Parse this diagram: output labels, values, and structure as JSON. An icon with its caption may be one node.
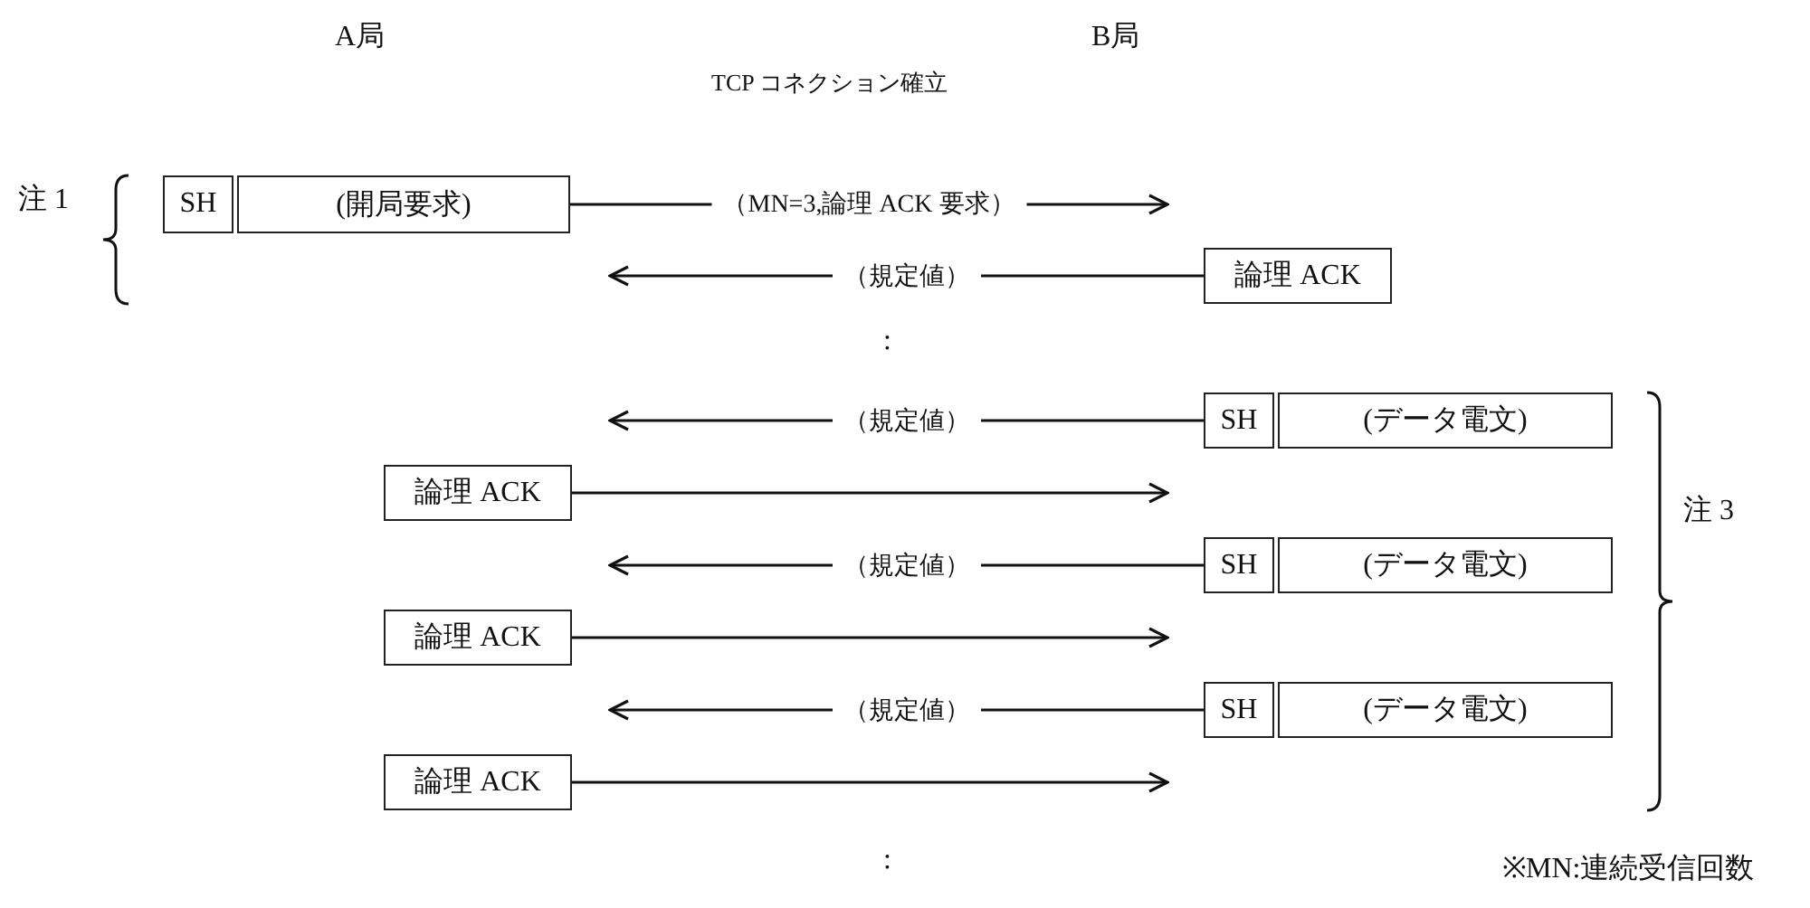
{
  "diagram": {
    "nodes": [
      {
        "text": [
          "SH",
          "(開局要求)"
        ]
      },
      {
        "text": [
          "論理 ACK"
        ]
      },
      {
        "text": [
          "SH",
          "(データ電文)"
        ]
      },
      {
        "text": [
          "論理 ACK"
        ]
      },
      {
        "text": [
          "SH",
          "(データ電文)"
        ]
      },
      {
        "text": [
          "論理 ACK"
        ]
      },
      {
        "text": [
          "SH",
          "(データ電文)"
        ]
      },
      {
        "text": [
          "論理 ACK"
        ]
      }
    ],
    "edges": [
      {
        "from": 0,
        "to": null,
        "arrow": "to",
        "label": "（MN=3,論理 ACK 要求）"
      },
      {
        "from": 1,
        "to": null,
        "arrow": "to",
        "label": "（規定値）"
      },
      {
        "from": 2,
        "to": null,
        "arrow": "to",
        "label": "（規定値）"
      },
      {
        "from": 3,
        "to": null,
        "arrow": "to"
      },
      {
        "from": 4,
        "to": null,
        "arrow": "to",
        "label": "（規定値）"
      },
      {
        "from": 5,
        "to": null,
        "arrow": "to"
      },
      {
        "from": 6,
        "to": null,
        "arrow": "to",
        "label": "（規定値）"
      },
      {
        "from": 7,
        "to": null,
        "arrow": "to"
      }
    ],
    "labels": [
      "A局",
      "B局",
      "TCP コネクション確立",
      "注 1",
      ":",
      "注 3",
      ":",
      "※MN:連続受信回数"
    ]
  }
}
